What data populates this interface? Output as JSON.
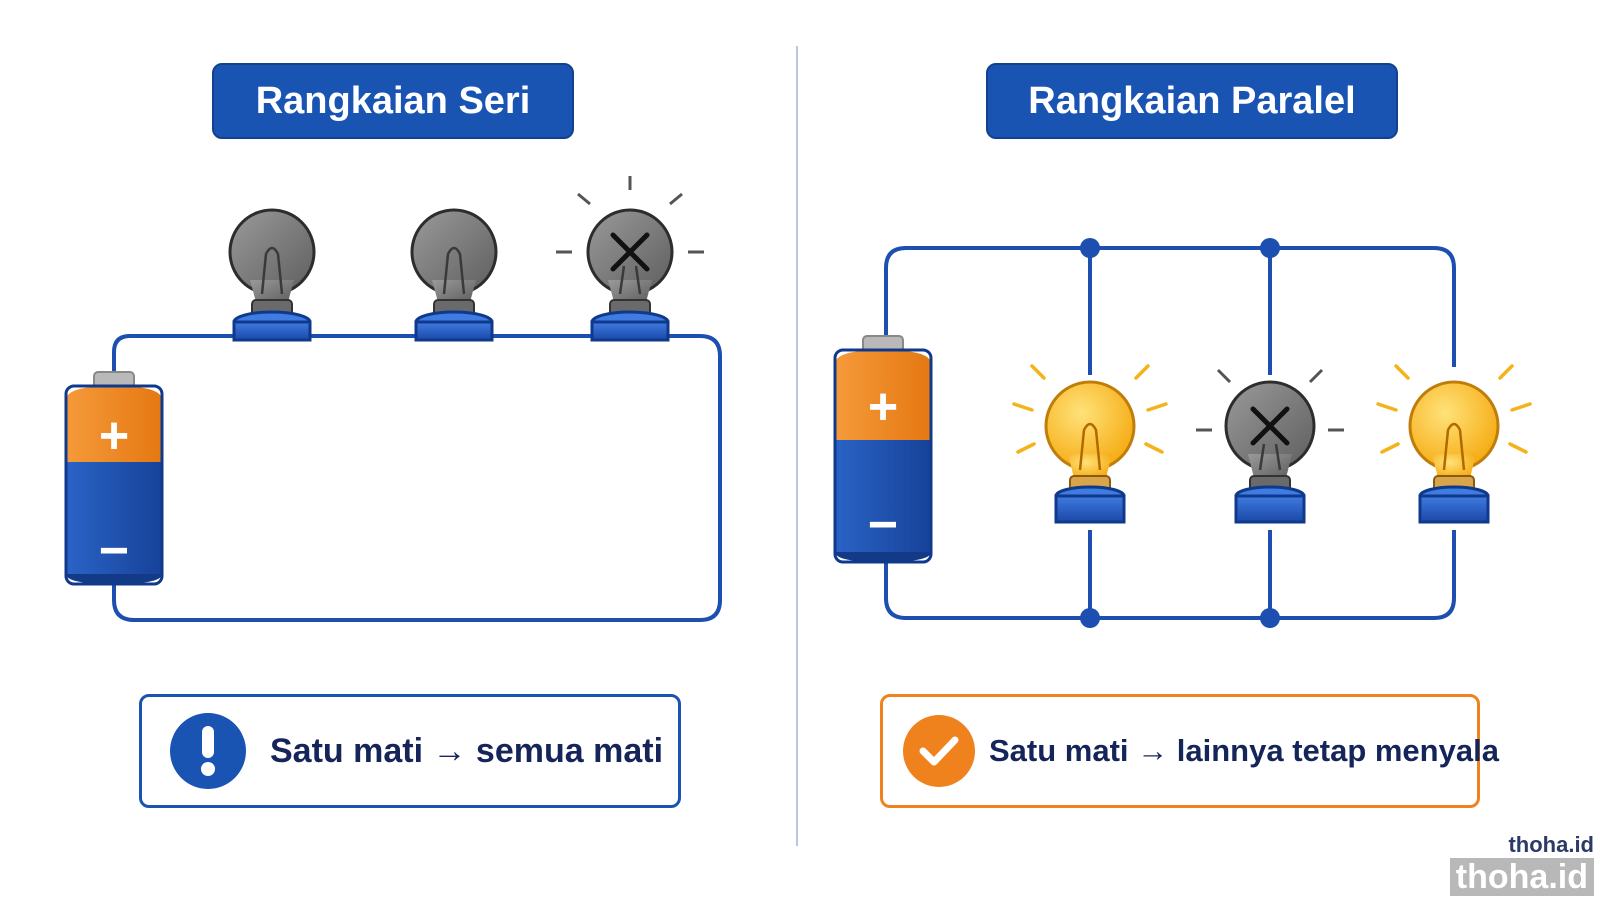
{
  "series_circuit": {
    "title": "Rangkaian Seri",
    "note": "Satu mati → semua mati",
    "bulbs": [
      "off",
      "off",
      "broken"
    ]
  },
  "parallel_circuit": {
    "title": "Rangkaian Paralel",
    "note": "Satu mati → lainnya tetap menyala",
    "bulbs": [
      "on",
      "broken",
      "on"
    ]
  },
  "battery": {
    "plus": "+",
    "minus": "−"
  },
  "icons": {
    "series_note_icon": "exclamation-icon",
    "parallel_note_icon": "checkmark-icon",
    "broken_mark": "cross-icon"
  },
  "colors": {
    "wire": "#1d4fb0",
    "title_bg": "#1a54b3",
    "battery_orange": "#f0821e",
    "battery_blue": "#1a54b3",
    "bulb_on": "#f9b81f",
    "bulb_off": "#7d7d7d",
    "series_note_border": "#1a54b3",
    "parallel_note_border": "#f0821e"
  },
  "watermark": {
    "line1": "thoha.id",
    "line2": "thoha.id"
  }
}
